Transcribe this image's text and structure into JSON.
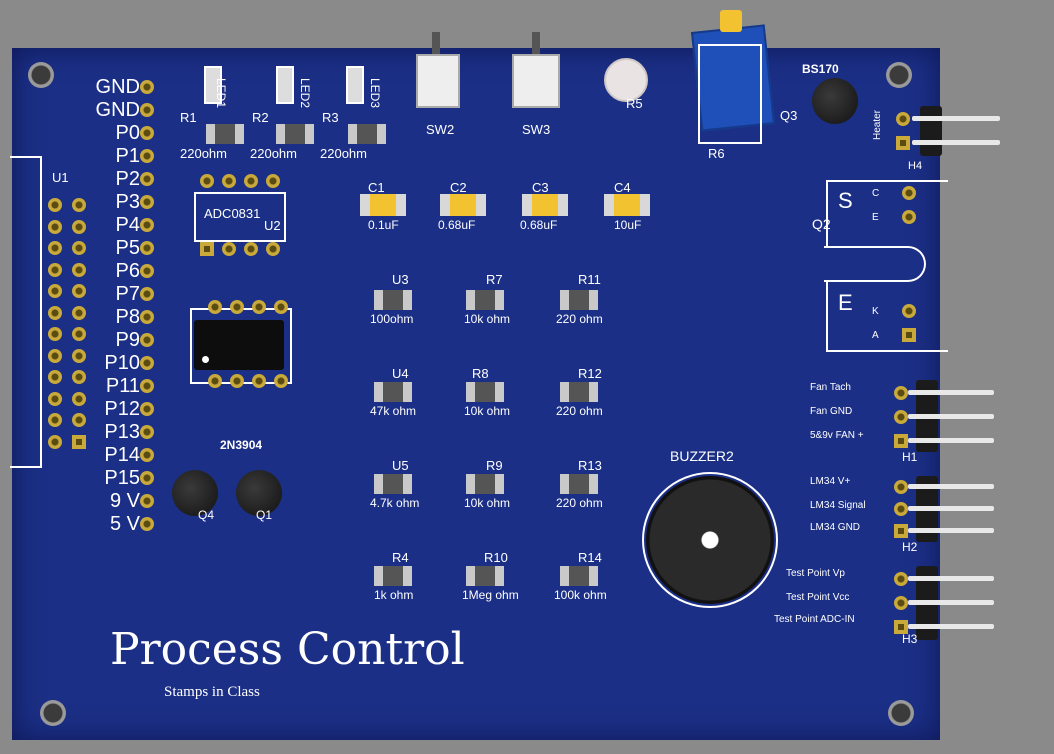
{
  "board": {
    "title": "Process Control",
    "subtitle": "Stamps in Class",
    "colors": {
      "board": "#1b2f86",
      "silk": "#ffffff",
      "pad": "#c8a93a",
      "background": "#8a8a8a"
    }
  },
  "u1": {
    "label": "U1",
    "pins": [
      "GND",
      "GND",
      "P0",
      "P1",
      "P2",
      "P3",
      "P4",
      "P5",
      "P6",
      "P7",
      "P8",
      "P9",
      "P10",
      "P11",
      "P12",
      "P13",
      "P14",
      "P15",
      "9  V",
      "5  V"
    ]
  },
  "leds": [
    {
      "ref": "LED1",
      "resistor": "R1",
      "value": "220ohm"
    },
    {
      "ref": "LED2",
      "resistor": "R2",
      "value": "220ohm"
    },
    {
      "ref": "LED3",
      "resistor": "R3",
      "value": "220ohm"
    }
  ],
  "switches": [
    "SW2",
    "SW3"
  ],
  "r5": "R5",
  "r6": "R6",
  "q3": {
    "part": "BS170",
    "ref": "Q3"
  },
  "h4": {
    "ref": "H4",
    "label": "Heater"
  },
  "adc": {
    "part": "ADC0831",
    "ref": "U2"
  },
  "caps": [
    {
      "ref": "C1",
      "value": "0.1uF"
    },
    {
      "ref": "C2",
      "value": "0.68uF"
    },
    {
      "ref": "C3",
      "value": "0.68uF"
    },
    {
      "ref": "C4",
      "value": "10uF"
    }
  ],
  "q2": {
    "ref": "Q2",
    "pins": [
      "C",
      "E",
      "K",
      "A"
    ]
  },
  "resistors": [
    {
      "ref": "U3",
      "value": "100ohm"
    },
    {
      "ref": "R7",
      "value": "10k ohm"
    },
    {
      "ref": "R11",
      "value": "220 ohm"
    },
    {
      "ref": "U4",
      "value": "47k ohm"
    },
    {
      "ref": "R8",
      "value": "10k ohm"
    },
    {
      "ref": "R12",
      "value": "220 ohm"
    },
    {
      "ref": "U5",
      "value": "4.7k ohm"
    },
    {
      "ref": "R9",
      "value": "10k ohm"
    },
    {
      "ref": "R13",
      "value": "220 ohm"
    },
    {
      "ref": "R4",
      "value": "1k ohm"
    },
    {
      "ref": "R10",
      "value": "1Meg ohm"
    },
    {
      "ref": "R14",
      "value": "100k ohm"
    }
  ],
  "transistors": {
    "part": "2N3904",
    "q4": "Q4",
    "q1": "Q1"
  },
  "buzzer": "BUZZER2",
  "h1": {
    "ref": "H1",
    "pins": [
      "Fan Tach",
      "Fan GND",
      "5&9v FAN +"
    ]
  },
  "h2": {
    "ref": "H2",
    "pins": [
      "LM34 V+",
      "LM34 Signal",
      "LM34 GND"
    ]
  },
  "h3": {
    "ref": "H3",
    "pins": [
      "Test Point Vp",
      "Test Point Vcc",
      "Test Point ADC-IN"
    ]
  }
}
